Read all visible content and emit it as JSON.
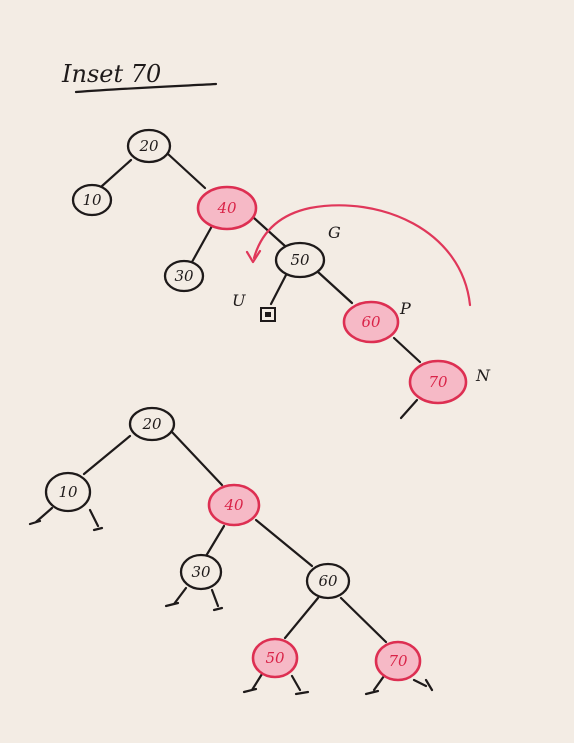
{
  "title": "Inset 70",
  "tree_before": {
    "nodes": {
      "n20": {
        "label": "20",
        "color": "black"
      },
      "n10": {
        "label": "10",
        "color": "black"
      },
      "n40": {
        "label": "40",
        "color": "red"
      },
      "n30": {
        "label": "30",
        "color": "black"
      },
      "n50": {
        "label": "50",
        "color": "black"
      },
      "nil": {
        "label": "",
        "color": "black"
      },
      "n60": {
        "label": "60",
        "color": "red"
      },
      "n70": {
        "label": "70",
        "color": "red"
      }
    },
    "tags": {
      "grandparent": "G",
      "uncle": "U",
      "parent": "P",
      "new_node": "N"
    }
  },
  "tree_after": {
    "nodes": {
      "n20": {
        "label": "20",
        "color": "black"
      },
      "n10": {
        "label": "10",
        "color": "black"
      },
      "n40": {
        "label": "40",
        "color": "red"
      },
      "n30": {
        "label": "30",
        "color": "black"
      },
      "n60": {
        "label": "60",
        "color": "black"
      },
      "n50": {
        "label": "50",
        "color": "red"
      },
      "n70": {
        "label": "70",
        "color": "red"
      }
    }
  },
  "colors": {
    "black_node": "#1e1a1a",
    "red_node": "#dd2f52",
    "background": "#f3ece4"
  }
}
